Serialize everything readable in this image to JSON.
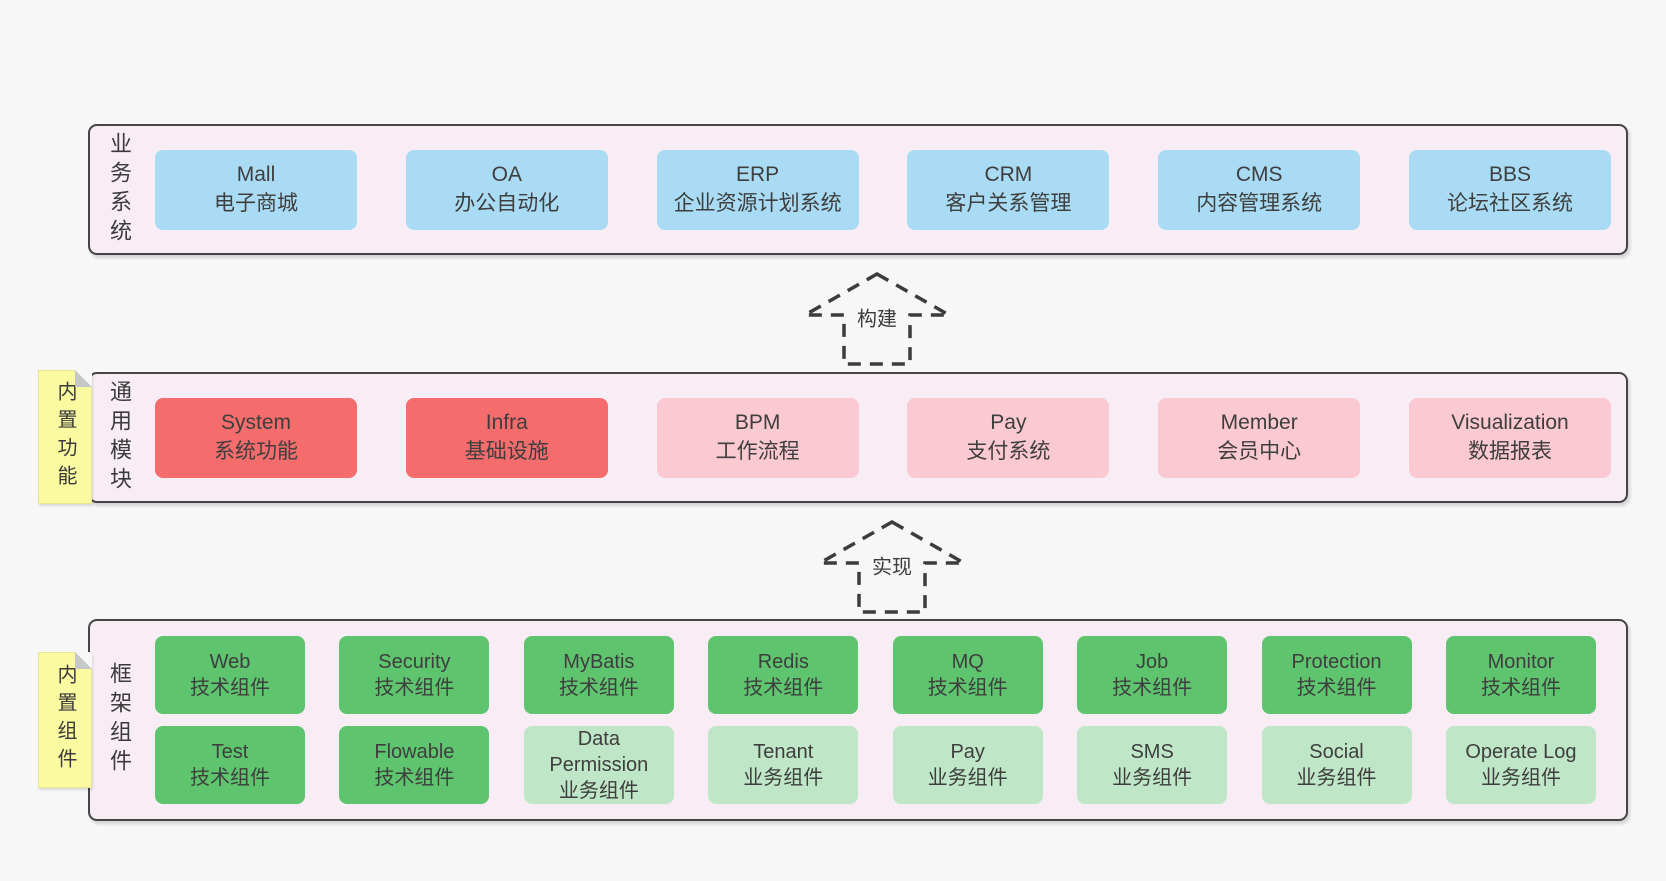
{
  "layers": {
    "business": {
      "side_label": "业务系统",
      "boxes": [
        {
          "en": "Mall",
          "zh": "电子商城"
        },
        {
          "en": "OA",
          "zh": "办公自动化"
        },
        {
          "en": "ERP",
          "zh": "企业资源计划系统"
        },
        {
          "en": "CRM",
          "zh": "客户关系管理"
        },
        {
          "en": "CMS",
          "zh": "内容管理系统"
        },
        {
          "en": "BBS",
          "zh": "论坛社区系统"
        }
      ]
    },
    "modules": {
      "side_label": "通用模块",
      "tag": "内置功能",
      "boxes": [
        {
          "en": "System",
          "zh": "系统功能",
          "variant": "red"
        },
        {
          "en": "Infra",
          "zh": "基础设施",
          "variant": "red"
        },
        {
          "en": "BPM",
          "zh": "工作流程",
          "variant": "pink"
        },
        {
          "en": "Pay",
          "zh": "支付系统",
          "variant": "pink"
        },
        {
          "en": "Member",
          "zh": "会员中心",
          "variant": "pink"
        },
        {
          "en": "Visualization",
          "zh": "数据报表",
          "variant": "pink"
        }
      ]
    },
    "components": {
      "side_label": "框架组件",
      "tag": "内置组件",
      "row1": [
        {
          "en": "Web",
          "zh": "技术组件",
          "variant": "green"
        },
        {
          "en": "Security",
          "zh": "技术组件",
          "variant": "green"
        },
        {
          "en": "MyBatis",
          "zh": "技术组件",
          "variant": "green"
        },
        {
          "en": "Redis",
          "zh": "技术组件",
          "variant": "green"
        },
        {
          "en": "MQ",
          "zh": "技术组件",
          "variant": "green"
        },
        {
          "en": "Job",
          "zh": "技术组件",
          "variant": "green"
        },
        {
          "en": "Protection",
          "zh": "技术组件",
          "variant": "green"
        },
        {
          "en": "Monitor",
          "zh": "技术组件",
          "variant": "green"
        }
      ],
      "row2": [
        {
          "en": "Test",
          "zh": "技术组件",
          "variant": "green"
        },
        {
          "en": "Flowable",
          "zh": "技术组件",
          "variant": "green"
        },
        {
          "en": "Data Permission",
          "zh": "业务组件",
          "variant": "lightgreen"
        },
        {
          "en": "Tenant",
          "zh": "业务组件",
          "variant": "lightgreen"
        },
        {
          "en": "Pay",
          "zh": "业务组件",
          "variant": "lightgreen"
        },
        {
          "en": "SMS",
          "zh": "业务组件",
          "variant": "lightgreen"
        },
        {
          "en": "Social",
          "zh": "业务组件",
          "variant": "lightgreen"
        },
        {
          "en": "Operate Log",
          "zh": "业务组件",
          "variant": "lightgreen"
        }
      ]
    }
  },
  "arrows": {
    "build": {
      "label": "构建"
    },
    "implement": {
      "label": "实现"
    }
  },
  "colors": {
    "page_bg": "#f7f7f7",
    "layer_bg": "#f8edf5",
    "layer_border": "#454545",
    "blue": "#a9dcf4",
    "red": "#f46c6c",
    "pink": "#fbc9d2",
    "green": "#5ec46e",
    "light_green": "#bfe7c7",
    "tag_yellow": "#fafaa0",
    "text": "#3d3d3d"
  }
}
